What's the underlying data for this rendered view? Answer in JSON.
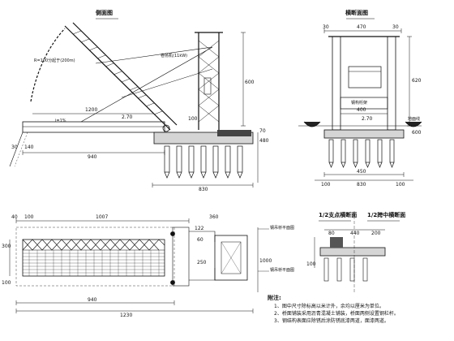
{
  "views": {
    "side_elevation": {
      "title": "侧面图",
      "dims": {
        "d1200": "1200",
        "d2_70": "2.70",
        "d940": "940",
        "d830": "830",
        "d100": "100",
        "d600": "600",
        "d140": "140",
        "d30": "30",
        "d480": "480",
        "d70": "70"
      },
      "arc_label": "R=100分起于(200m)",
      "slope_label": "i=1%",
      "drum_label": "卷扬机(11kW)"
    },
    "front_elevation": {
      "title": "横断面图",
      "dims": {
        "d470": "470",
        "d30a": "30",
        "d30b": "30",
        "d400": "400",
        "d2_70": "2.70",
        "d450": "450",
        "d620": "620",
        "d600": "600",
        "d830": "830",
        "d100a": "100",
        "d100b": "100"
      },
      "beam_label": "钢构桁架",
      "ground_label": "地面线"
    },
    "plan_view": {
      "dims": {
        "d1007": "1007",
        "d100a": "100",
        "d40": "40",
        "d360": "360",
        "d122": "122",
        "d60": "60",
        "d250": "250",
        "d940": "940",
        "d1230": "1230",
        "d1000": "1000",
        "d300": "300",
        "d100b": "100"
      },
      "label_top": "钢吊桥平面图",
      "label_bottom": "钢吊桥平面图"
    },
    "sections": {
      "half1_title": "1/2支点横断面",
      "half2_title": "1/2跨中横断面",
      "dims": {
        "d80": "80",
        "d440": "440",
        "d200": "200",
        "d100": "100"
      }
    }
  },
  "notes": {
    "title": "附注:",
    "lines": [
      "1、图中尺寸除标高以米计外，余均以厘米为单位。",
      "2、桥面铺装采用沥青混凝土铺装，桥面两侧设置钢栏杆。",
      "3、钢结构表面应除锈后涂防锈底漆两道，面漆两道。"
    ]
  }
}
